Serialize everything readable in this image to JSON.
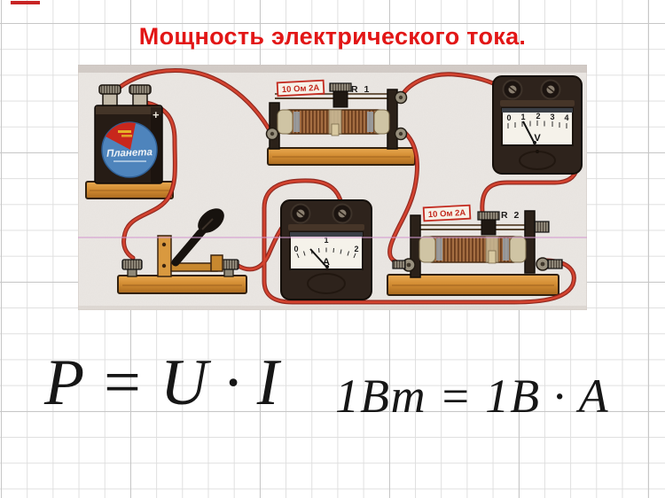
{
  "title": {
    "text": "Мощность электрического тока."
  },
  "formulas": {
    "power": "P = U · I",
    "unit": "1Вт = 1В · А"
  },
  "circuit": {
    "battery": {
      "brand": "Планета",
      "polarity": "+"
    },
    "rheostat_r1": {
      "plate": "10 Ом 2А",
      "label": "R 1"
    },
    "rheostat_r2": {
      "plate": "10 Ом 2А",
      "label": "R 2"
    },
    "voltmeter": {
      "unit": "V",
      "scale": [
        "0",
        "1",
        "2",
        "3",
        "4"
      ]
    },
    "ammeter": {
      "unit": "A",
      "scale": [
        "0",
        "1",
        "2"
      ]
    },
    "colors": {
      "wire": "#d4432f",
      "accent_red": "#e21616",
      "paper": "#eae6e2"
    }
  }
}
